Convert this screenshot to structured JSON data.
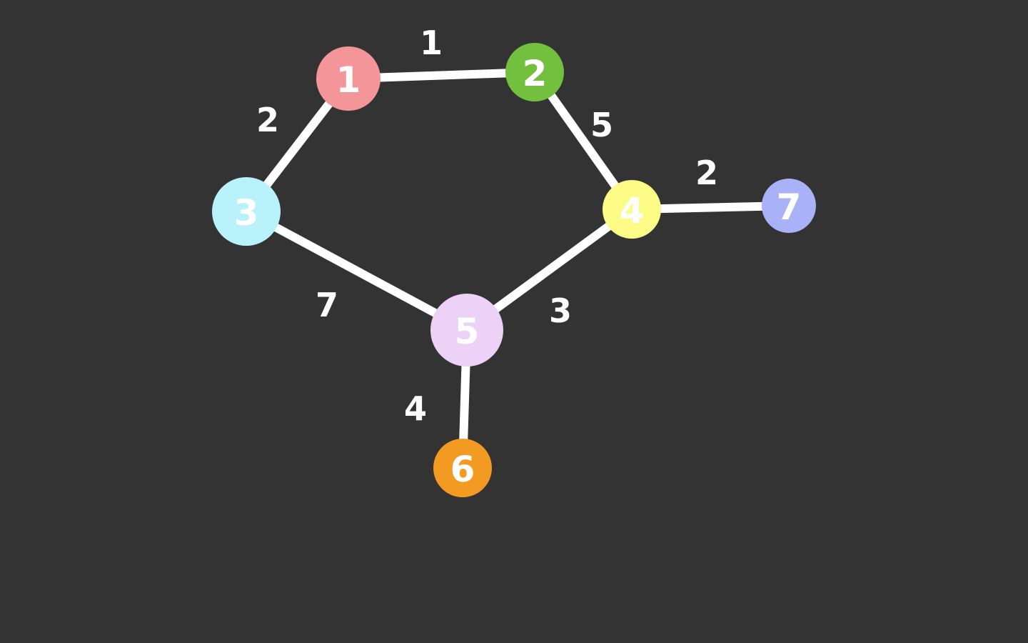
{
  "colors": {
    "background": "#333333",
    "edge": "#ffffff",
    "label": "#ffffff"
  },
  "nodes": [
    {
      "id": "1",
      "label": "1",
      "color": "#f4959a"
    },
    {
      "id": "2",
      "label": "2",
      "color": "#72c03e"
    },
    {
      "id": "3",
      "label": "3",
      "color": "#b9f2fa"
    },
    {
      "id": "4",
      "label": "4",
      "color": "#fbfb86"
    },
    {
      "id": "5",
      "label": "5",
      "color": "#ebd2f6"
    },
    {
      "id": "6",
      "label": "6",
      "color": "#f29a22"
    },
    {
      "id": "7",
      "label": "7",
      "color": "#aab2f7"
    }
  ],
  "edges": [
    {
      "from": "1",
      "to": "2",
      "weight": "1"
    },
    {
      "from": "1",
      "to": "3",
      "weight": "2"
    },
    {
      "from": "2",
      "to": "4",
      "weight": "5"
    },
    {
      "from": "4",
      "to": "7",
      "weight": "2"
    },
    {
      "from": "3",
      "to": "5",
      "weight": "7"
    },
    {
      "from": "4",
      "to": "5",
      "weight": "3"
    },
    {
      "from": "5",
      "to": "6",
      "weight": "4"
    }
  ]
}
